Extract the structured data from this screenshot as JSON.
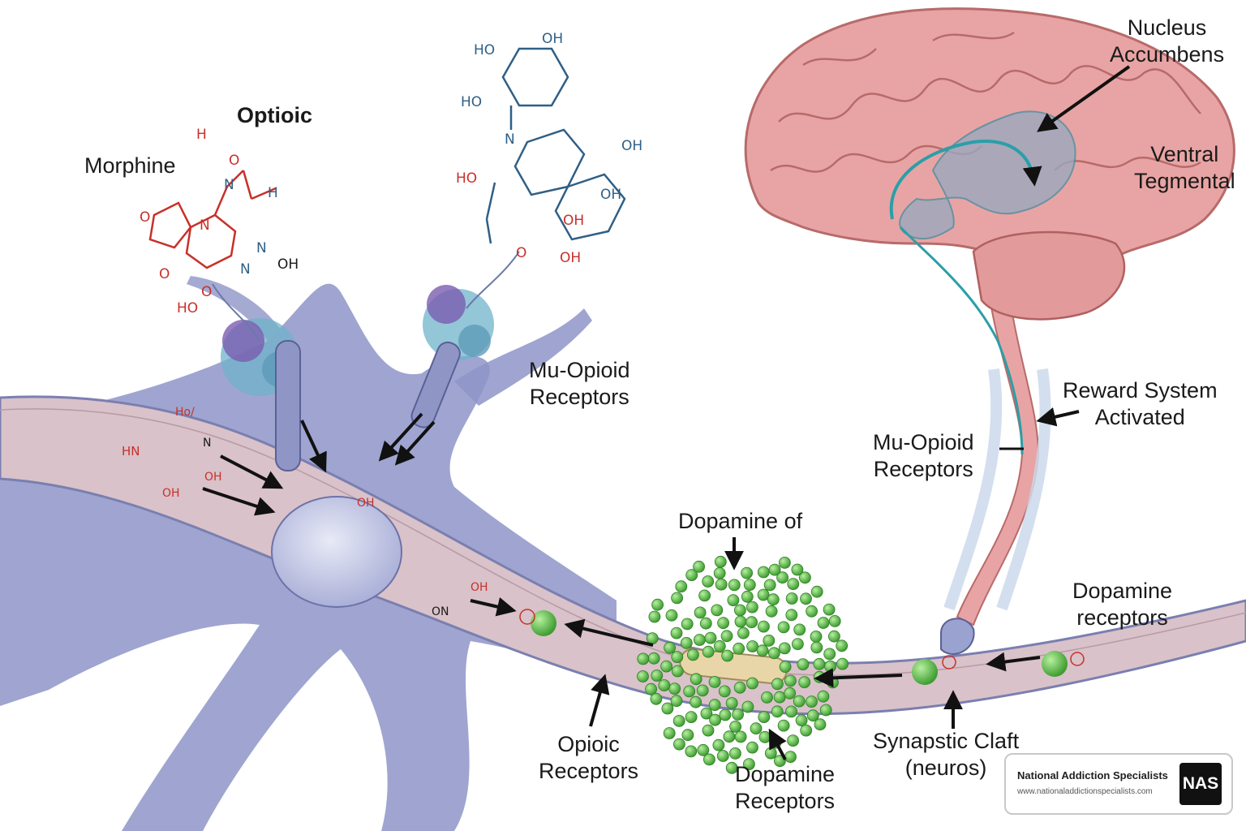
{
  "labels": {
    "optioic": "Optioic",
    "morphine": "Morphine",
    "mu_opioid_top": [
      "Mu-Opioid",
      "Receptors"
    ],
    "nucleus": [
      "Nucleus",
      "Accumbens"
    ],
    "ventral": [
      "Ventral",
      "Tegmental"
    ],
    "reward": [
      "Reward System",
      "Activated"
    ],
    "mu_opioid_right": [
      "Mu-Opioid",
      "Receptors"
    ],
    "dopamine_of": "Dopamine of",
    "dopamine_receptors_right": [
      "Dopamine",
      "receptors"
    ],
    "synaptic": [
      "Synapstic Claft",
      "(neuros)"
    ],
    "opioic_receptors": [
      "Opioic",
      "Receptors"
    ],
    "dopamine_receptors_bottom": [
      "Dopamine",
      "Receptors"
    ]
  },
  "chem": {
    "left_molecule": [
      "H",
      "O",
      "N",
      "H",
      "O",
      "N",
      "O",
      "N",
      "N",
      "OH",
      "HO",
      "O"
    ],
    "right_molecule": [
      "HO",
      "OH",
      "HO",
      "N",
      "OH",
      "HO",
      "OH",
      "OH",
      "O",
      "OH"
    ],
    "axon_labels": [
      "Ho/",
      "N",
      "HN",
      "OH",
      "OH",
      "OH",
      "OH",
      "ON"
    ]
  },
  "brand": {
    "name": "National Addiction Specialists",
    "url": "www.nationaladdictionspecialists.com",
    "logo": "NAS"
  },
  "colors": {
    "neuron": "#8e95c8",
    "axon": "#d9c2c9",
    "brain": "#e8a4a4",
    "dopamine": "#5cbf4a",
    "chem_red": "#c8302a",
    "chem_blue": "#2f5f86",
    "pathway": "#2a9fa8"
  }
}
